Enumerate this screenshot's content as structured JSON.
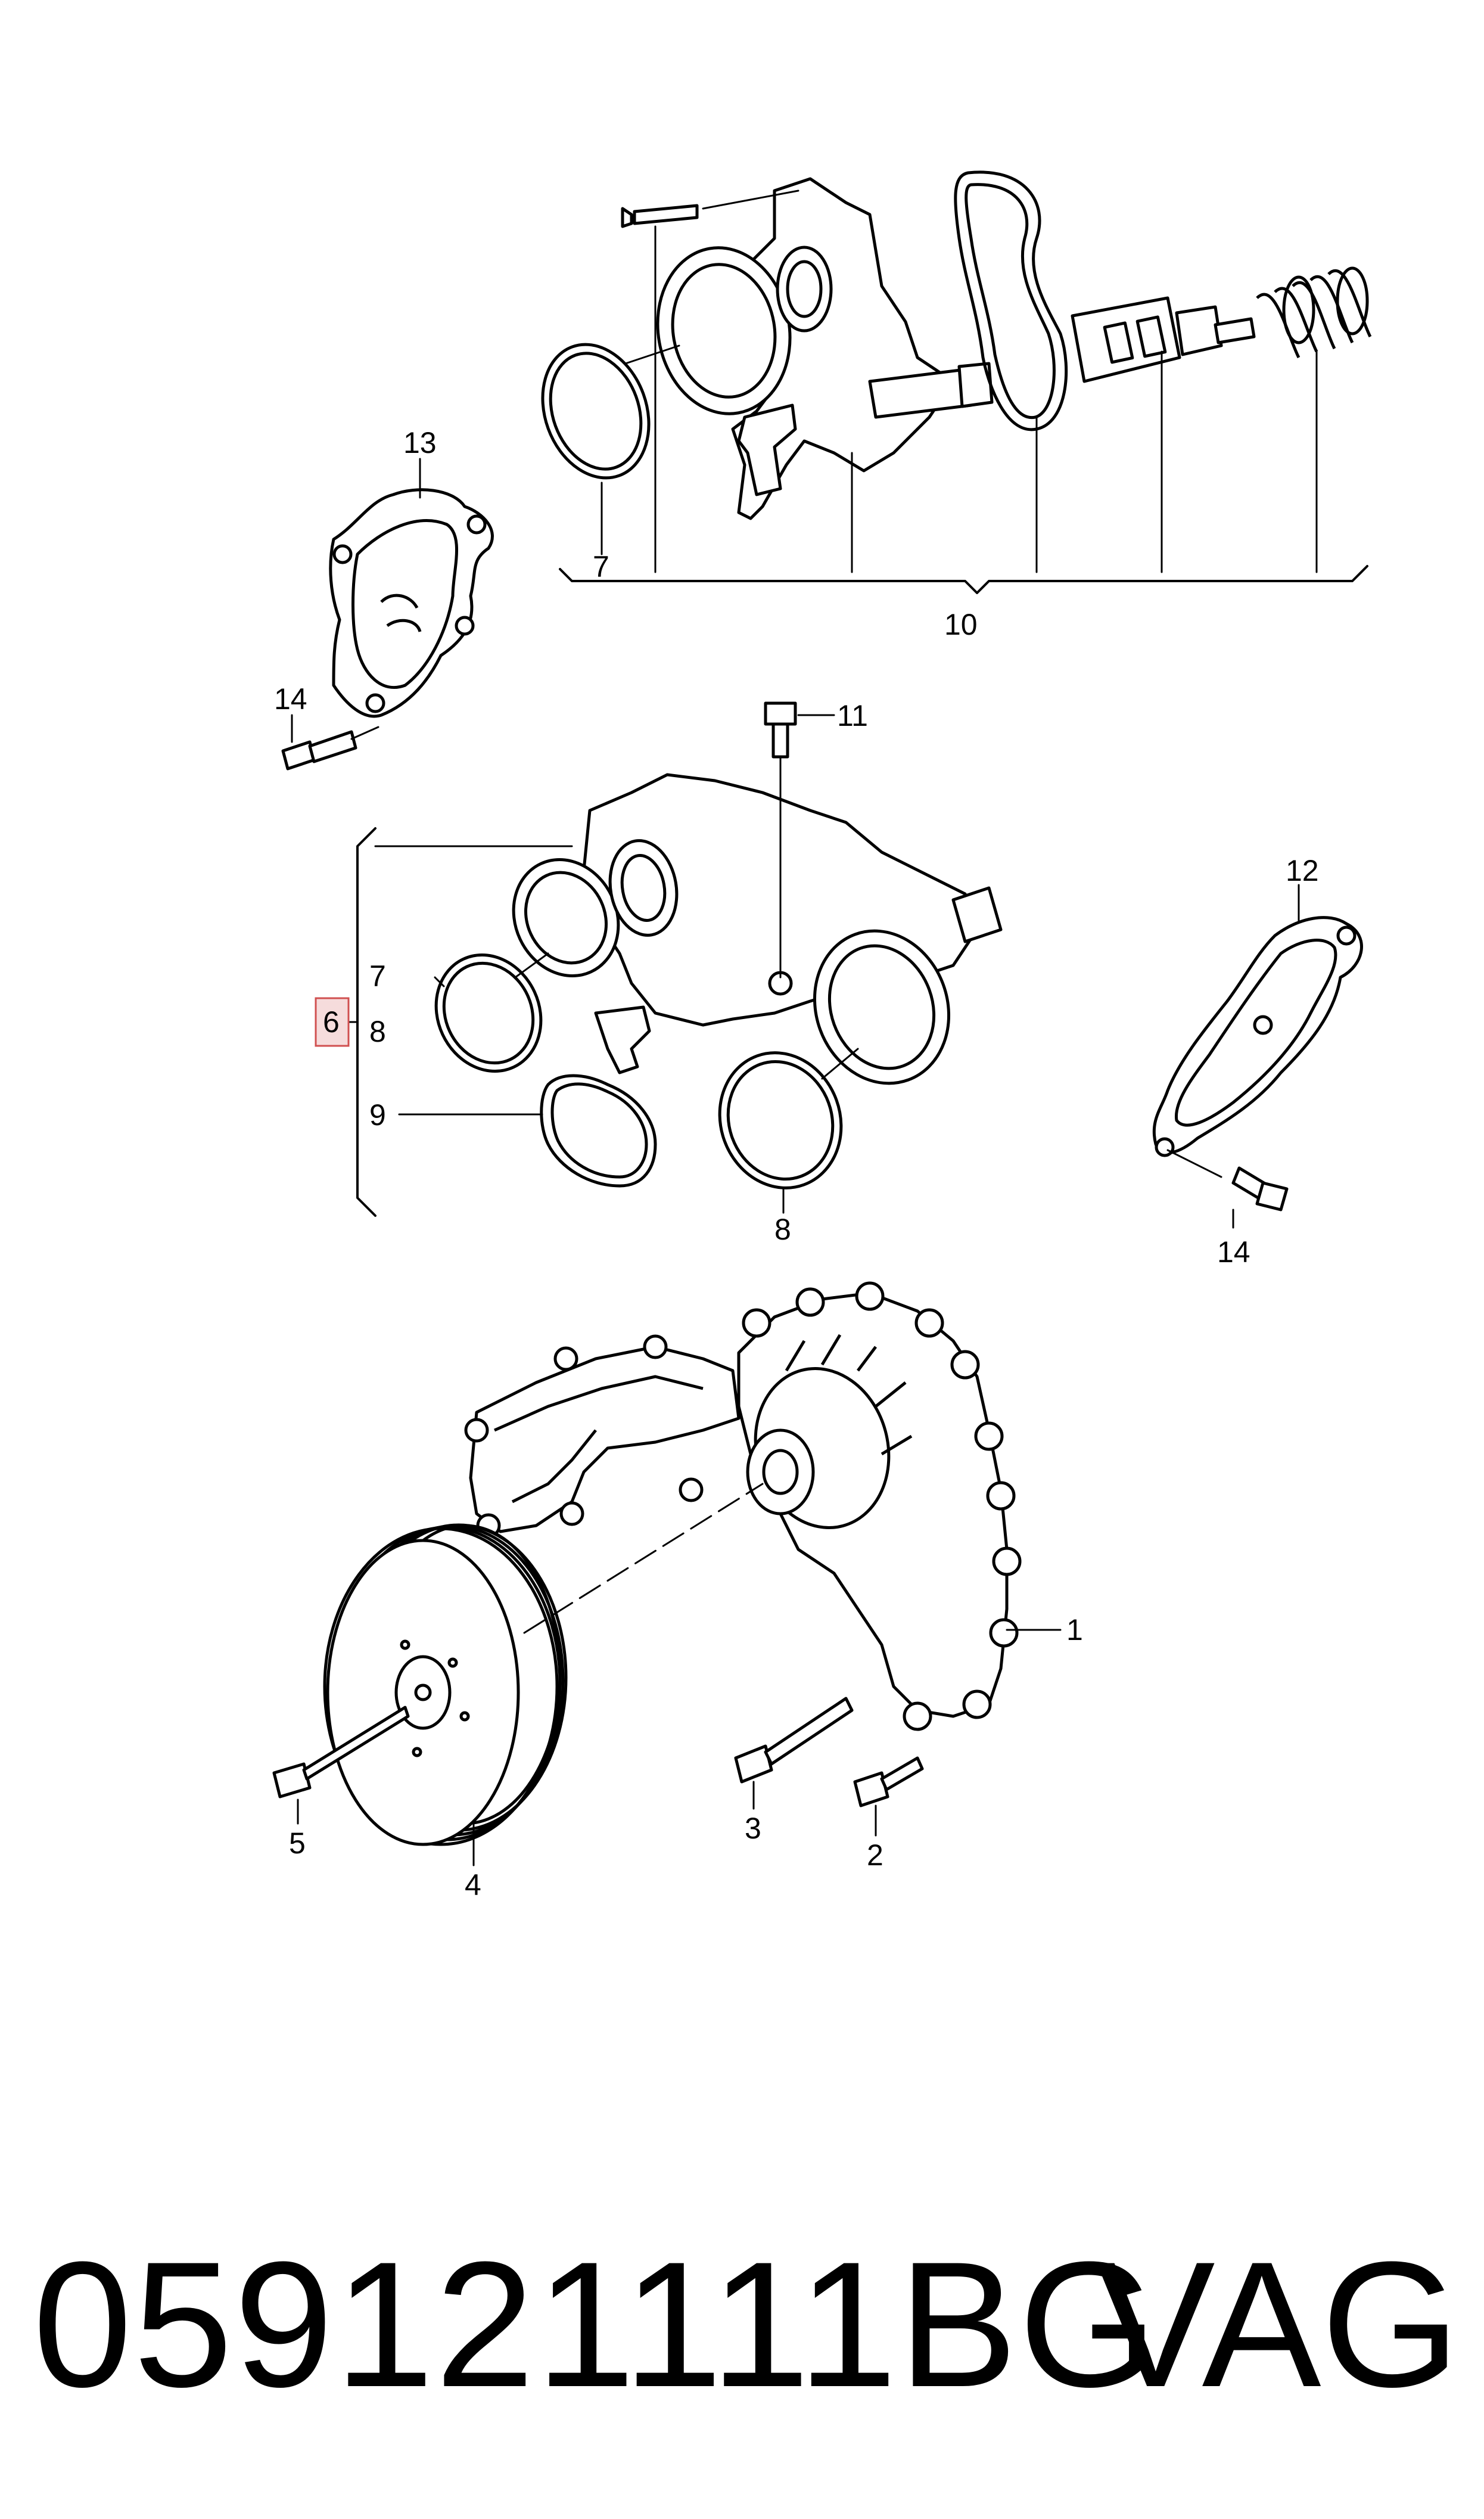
{
  "diagram": {
    "callouts": {
      "c1": "1",
      "c2": "2",
      "c3": "3",
      "c4": "4",
      "c5": "5",
      "c6": "6",
      "c7a": "7",
      "c7b": "7",
      "c8a": "8",
      "c8b": "8",
      "c9": "9",
      "c10": "10",
      "c11": "11",
      "c12": "12",
      "c13": "13",
      "c14a": "14",
      "c14b": "14"
    },
    "highlight_color": "#f6dcdc"
  },
  "footer": {
    "part_number": "059121111BG",
    "brand": "VAG"
  }
}
